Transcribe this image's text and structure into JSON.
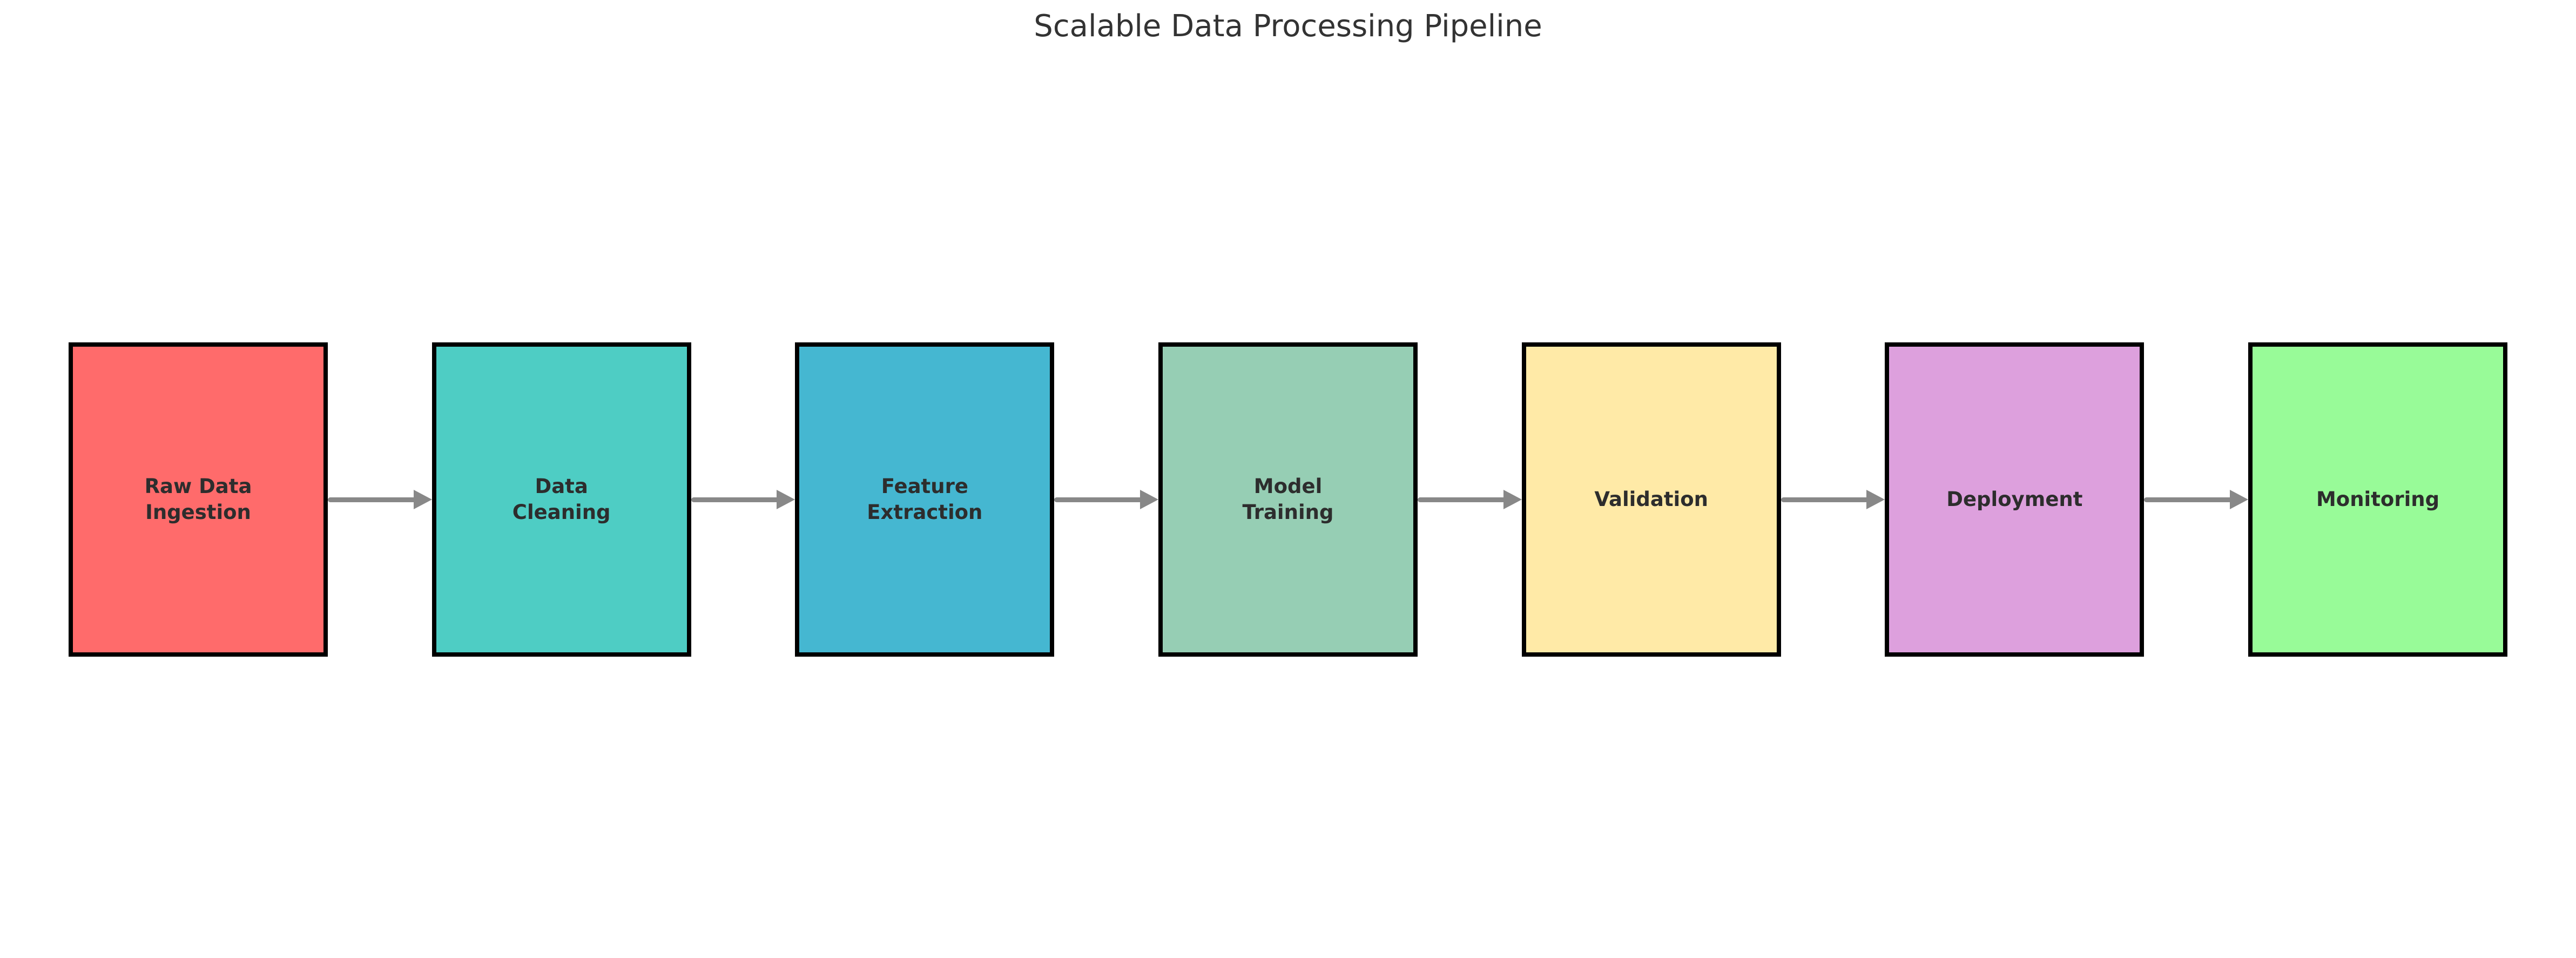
{
  "title": "Scalable Data Processing Pipeline",
  "diagram": {
    "type": "flowchart",
    "direction": "left-to-right",
    "nodes": [
      {
        "id": "raw-data-ingestion",
        "line1": "Raw Data",
        "line2": "Ingestion",
        "fill": "#FF6B6B"
      },
      {
        "id": "data-cleaning",
        "line1": "Data",
        "line2": "Cleaning",
        "fill": "#4ECDC4"
      },
      {
        "id": "feature-extraction",
        "line1": "Feature",
        "line2": "Extraction",
        "fill": "#45B7D1"
      },
      {
        "id": "model-training",
        "line1": "Model",
        "line2": "Training",
        "fill": "#96CEB4"
      },
      {
        "id": "validation",
        "line1": "Validation",
        "line2": "",
        "fill": "#FFEAA7"
      },
      {
        "id": "deployment",
        "line1": "Deployment",
        "line2": "",
        "fill": "#DDA0DD"
      },
      {
        "id": "monitoring",
        "line1": "Monitoring",
        "line2": "",
        "fill": "#98FB98"
      }
    ],
    "edges": [
      {
        "from": "Raw Data Ingestion",
        "to": "Data Cleaning"
      },
      {
        "from": "Data Cleaning",
        "to": "Feature Extraction"
      },
      {
        "from": "Feature Extraction",
        "to": "Model Training"
      },
      {
        "from": "Model Training",
        "to": "Validation"
      },
      {
        "from": "Validation",
        "to": "Deployment"
      },
      {
        "from": "Deployment",
        "to": "Monitoring"
      }
    ],
    "colors": {
      "background": "#FFFFFF",
      "node_border": "#000000",
      "node_text": "#2D2D2D",
      "title_text": "#333333",
      "arrow": "#888888"
    }
  }
}
